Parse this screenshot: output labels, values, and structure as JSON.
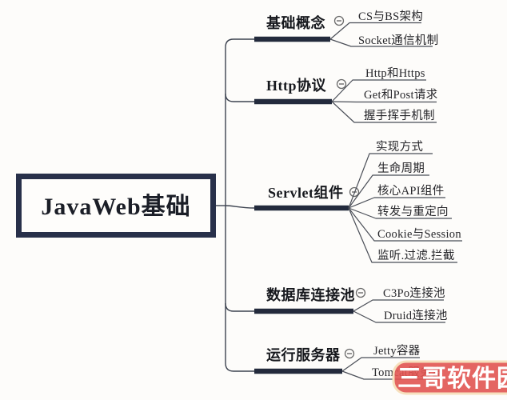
{
  "canvas": {
    "background": "#fdfcfa",
    "node_border_color": "#28304a",
    "branch_line_color": "#232a3c",
    "thin_line_color": "#4a4e57",
    "watermark_red": "#e15451"
  },
  "root": {
    "label": "JavaWeb基础"
  },
  "branches": [
    {
      "label": "基础概念",
      "collapse_icon": "minus-circle",
      "children": [
        "CS与BS架构",
        "Socket通信机制"
      ]
    },
    {
      "label": "Http协议",
      "collapse_icon": "minus-circle",
      "children": [
        "Http和Https",
        "Get和Post请求",
        "握手挥手机制"
      ]
    },
    {
      "label": "Servlet组件",
      "collapse_icon": "minus-circle",
      "children": [
        "实现方式",
        "生命周期",
        "核心API组件",
        "转发与重定向",
        "Cookie与Session",
        "监听.过滤.拦截"
      ]
    },
    {
      "label": "数据库连接池",
      "collapse_icon": "minus-circle",
      "children": [
        "C3Po连接池",
        "Druid连接池"
      ]
    },
    {
      "label": "运行服务器",
      "collapse_icon": "minus-circle",
      "children": [
        "Jetty容器",
        "Tomcat服务器"
      ]
    }
  ],
  "watermark": {
    "text": "三哥软件园"
  }
}
